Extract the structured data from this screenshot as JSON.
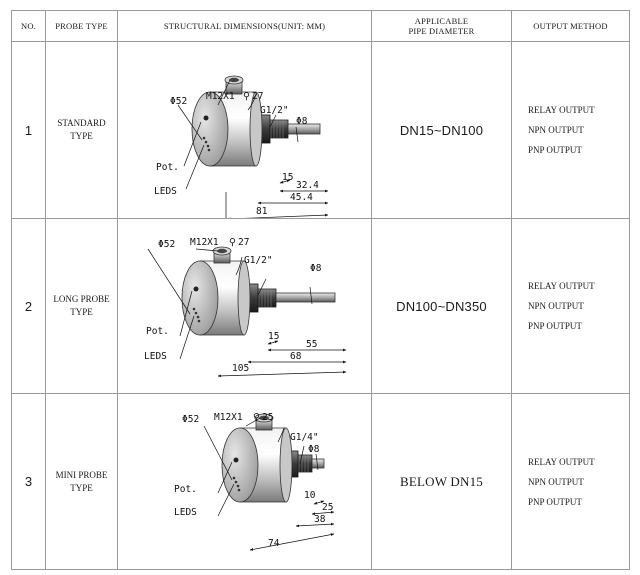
{
  "headers": {
    "no": "NO.",
    "probe_type": "PROBE TYPE",
    "dimensions": "STRUCTURAL DIMENSIONS(UNIT: MM)",
    "pipe_line1": "APPLICABLE",
    "pipe_line2": "PIPE DIAMETER",
    "output": "OUTPUT METHOD"
  },
  "rows": [
    {
      "no": "1",
      "type_line1": "STANDARD",
      "type_line2": "TYPE",
      "pipe": "DN15~DN100",
      "outputs": [
        "RELAY OUTPUT",
        "NPN OUTPUT",
        "PNP OUTPUT"
      ],
      "drawing": {
        "body_dia": "Φ52",
        "connector": "M12X1",
        "wrench": "27",
        "thread": "G1/2\"",
        "probe_dia": "Φ8",
        "pot": "Pot.",
        "leds": "LEDS",
        "dims": [
          "15",
          "32.4",
          "45.4",
          "81"
        ]
      }
    },
    {
      "no": "2",
      "type_line1": "LONG PROBE",
      "type_line2": "TYPE",
      "pipe": "DN100~DN350",
      "outputs": [
        "RELAY OUTPUT",
        "NPN OUTPUT",
        "PNP OUTPUT"
      ],
      "drawing": {
        "body_dia": "Φ52",
        "connector": "M12X1",
        "wrench": "27",
        "thread": "G1/2\"",
        "probe_dia": "Φ8",
        "pot": "Pot.",
        "leds": "LEDS",
        "dims": [
          "15",
          "55",
          "68",
          "105"
        ]
      }
    },
    {
      "no": "3",
      "type_line1": "MINI PROBE",
      "type_line2": "TYPE",
      "pipe": "BELOW DN15",
      "outputs": [
        "RELAY OUTPUT",
        "NPN OUTPUT",
        "PNP OUTPUT"
      ],
      "drawing": {
        "body_dia": "Φ52",
        "connector": "M12X1",
        "wrench": "25",
        "thread": "G1/4\"",
        "probe_dia": "Φ8",
        "pot": "Pot.",
        "leds": "LEDS",
        "dims": [
          "10",
          "25",
          "38",
          "74"
        ]
      }
    }
  ]
}
